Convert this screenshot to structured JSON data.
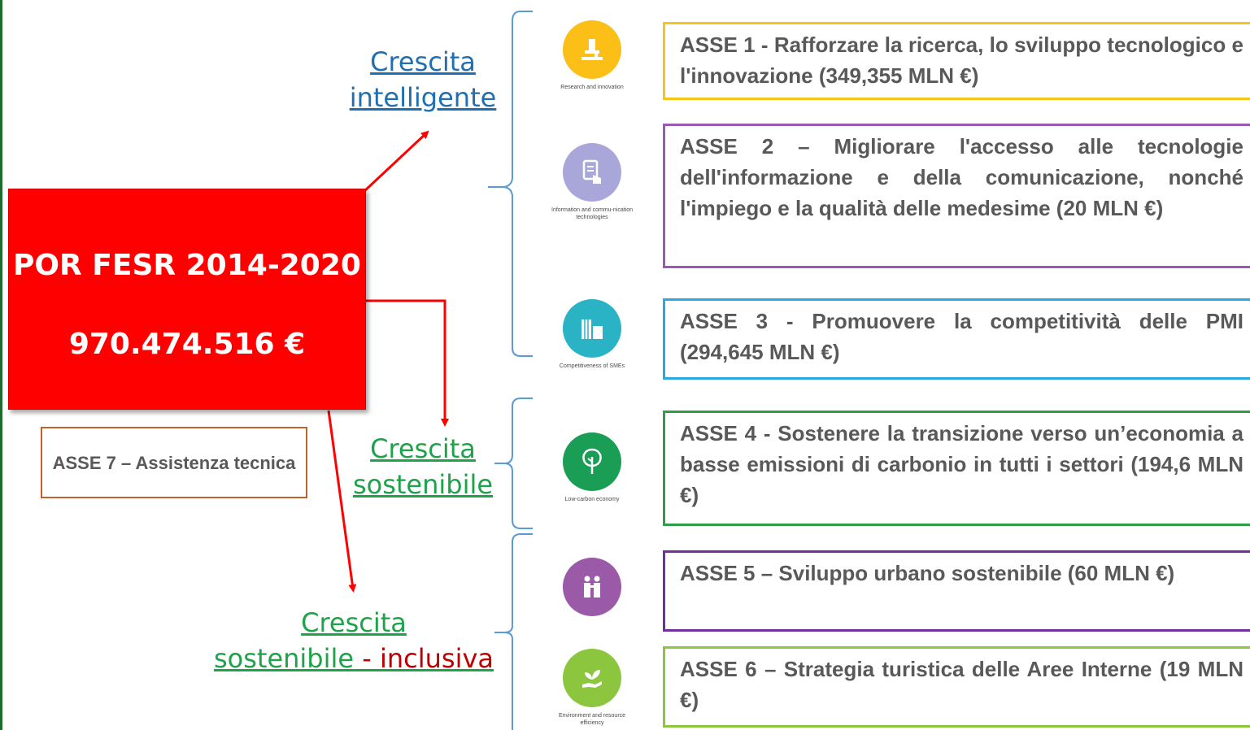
{
  "main": {
    "title": "POR FESR 2014-2020",
    "amount": "970.474.516 €",
    "color": "#ff0000"
  },
  "asse7": {
    "text": "ASSE 7 – Assistenza tecnica",
    "border_color": "#c0622a"
  },
  "growth": {
    "intelligente": {
      "line1": "Crescita",
      "line2": "intelligente",
      "color": "#1f6fb2"
    },
    "sostenibile": {
      "line1": "Crescita",
      "line2": "sostenibile",
      "color": "#1ea34a"
    },
    "inclusiva": {
      "line1": "Crescita",
      "line2a": "sostenibile",
      "line2b": " - inclusiva",
      "color": "#1ea34a",
      "accent": "#c00000"
    }
  },
  "icons": [
    {
      "name": "research-and-innovation-icon",
      "caption": "Research and innovation",
      "color": "#fbbf17"
    },
    {
      "name": "ict-icon",
      "caption": "Information and commu-nication technologies",
      "color": "#a9a7d9"
    },
    {
      "name": "sme-competitiveness-icon",
      "caption": "Competitiveness of SMEs",
      "color": "#2ab3c4"
    },
    {
      "name": "low-carbon-economy-icon",
      "caption": "Low-carbon economy",
      "color": "#1a9e55"
    },
    {
      "name": "urban-development-icon",
      "caption": "",
      "color": "#9a5aa8"
    },
    {
      "name": "environment-efficiency-icon",
      "caption": "Environment and resource efficiency",
      "color": "#8cc63f"
    }
  ],
  "asse": [
    {
      "text": "ASSE 1 - Rafforzare la ricerca, lo sviluppo tecnologico e l'innovazione (349,355 MLN €)",
      "color": "#f5c518"
    },
    {
      "text": "ASSE 2 – Migliorare l'accesso alle tecnologie dell'informazione e della comunicazione, nonché l'impiego e la qualità delle medesime (20 MLN €)",
      "color": "#9b59b6"
    },
    {
      "text": "ASSE 3 - Promuovere la competitività delle PMI (294,645 MLN €)",
      "color": "#2aa9e0"
    },
    {
      "text": "ASSE 4 - Sostenere la transizione verso un’economia a basse emissioni di carbonio in tutti i settori (194,6 MLN €)",
      "color": "#2e9e48"
    },
    {
      "text": "ASSE 5 – Sviluppo urbano sostenibile (60 MLN €)",
      "color": "#7030a0"
    },
    {
      "text": "ASSE 6 – Strategia turistica delle Aree Interne (19 MLN €)",
      "color": "#8cc63f"
    }
  ]
}
